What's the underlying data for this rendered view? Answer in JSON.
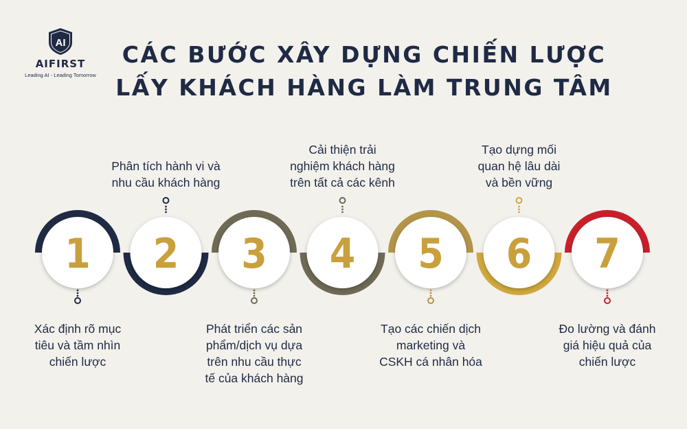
{
  "logo": {
    "mark": "AI",
    "name": "AIFIRST",
    "tagline": "Leading AI - Leading Tomorrow"
  },
  "title": {
    "line1": "CÁC BƯỚC XÂY DỰNG CHIẾN LƯỢC",
    "line2": "LẤY KHÁCH HÀNG LÀM TRUNG TÂM"
  },
  "colors": {
    "navy": "#1f2a44",
    "gold": "#c9a03c",
    "olive": "#6f6a55",
    "red": "#c8202b",
    "background": "#f3f1ec"
  },
  "steps": [
    {
      "number": "1",
      "arc": "top",
      "color": "#1f2a44",
      "text": "Xác định rõ mục\ntiêu và tầm nhìn\nchiến lược",
      "text_position": "below"
    },
    {
      "number": "2",
      "arc": "bottom",
      "color": "#1f2a44",
      "text": "Phân tích hành vi và\nnhu cầu khách hàng",
      "text_position": "above"
    },
    {
      "number": "3",
      "arc": "top",
      "color": "#6f6a55",
      "text": "Phát triển các sản\nphẩm/dịch vụ dựa\ntrên nhu cầu thực\ntế của khách hàng",
      "text_position": "below"
    },
    {
      "number": "4",
      "arc": "bottom",
      "color": "#6f6a55",
      "text": "Cải thiện trải\nnghiệm khách hàng\ntrên tất cả các kênh",
      "text_position": "above"
    },
    {
      "number": "5",
      "arc": "top",
      "color": "#b39549",
      "text": "Tạo các chiến dịch\nmarketing và\nCSKH cá nhân hóa",
      "text_position": "below"
    },
    {
      "number": "6",
      "arc": "bottom",
      "color": "#d1a83e",
      "text": "Tạo dựng mối\nquan hệ lâu dài\nvà bền vững",
      "text_position": "above"
    },
    {
      "number": "7",
      "arc": "top",
      "color": "#c8202b",
      "text": "Đo lường và đánh\ngiá hiệu quả của\nchiến lược",
      "text_position": "below"
    }
  ]
}
